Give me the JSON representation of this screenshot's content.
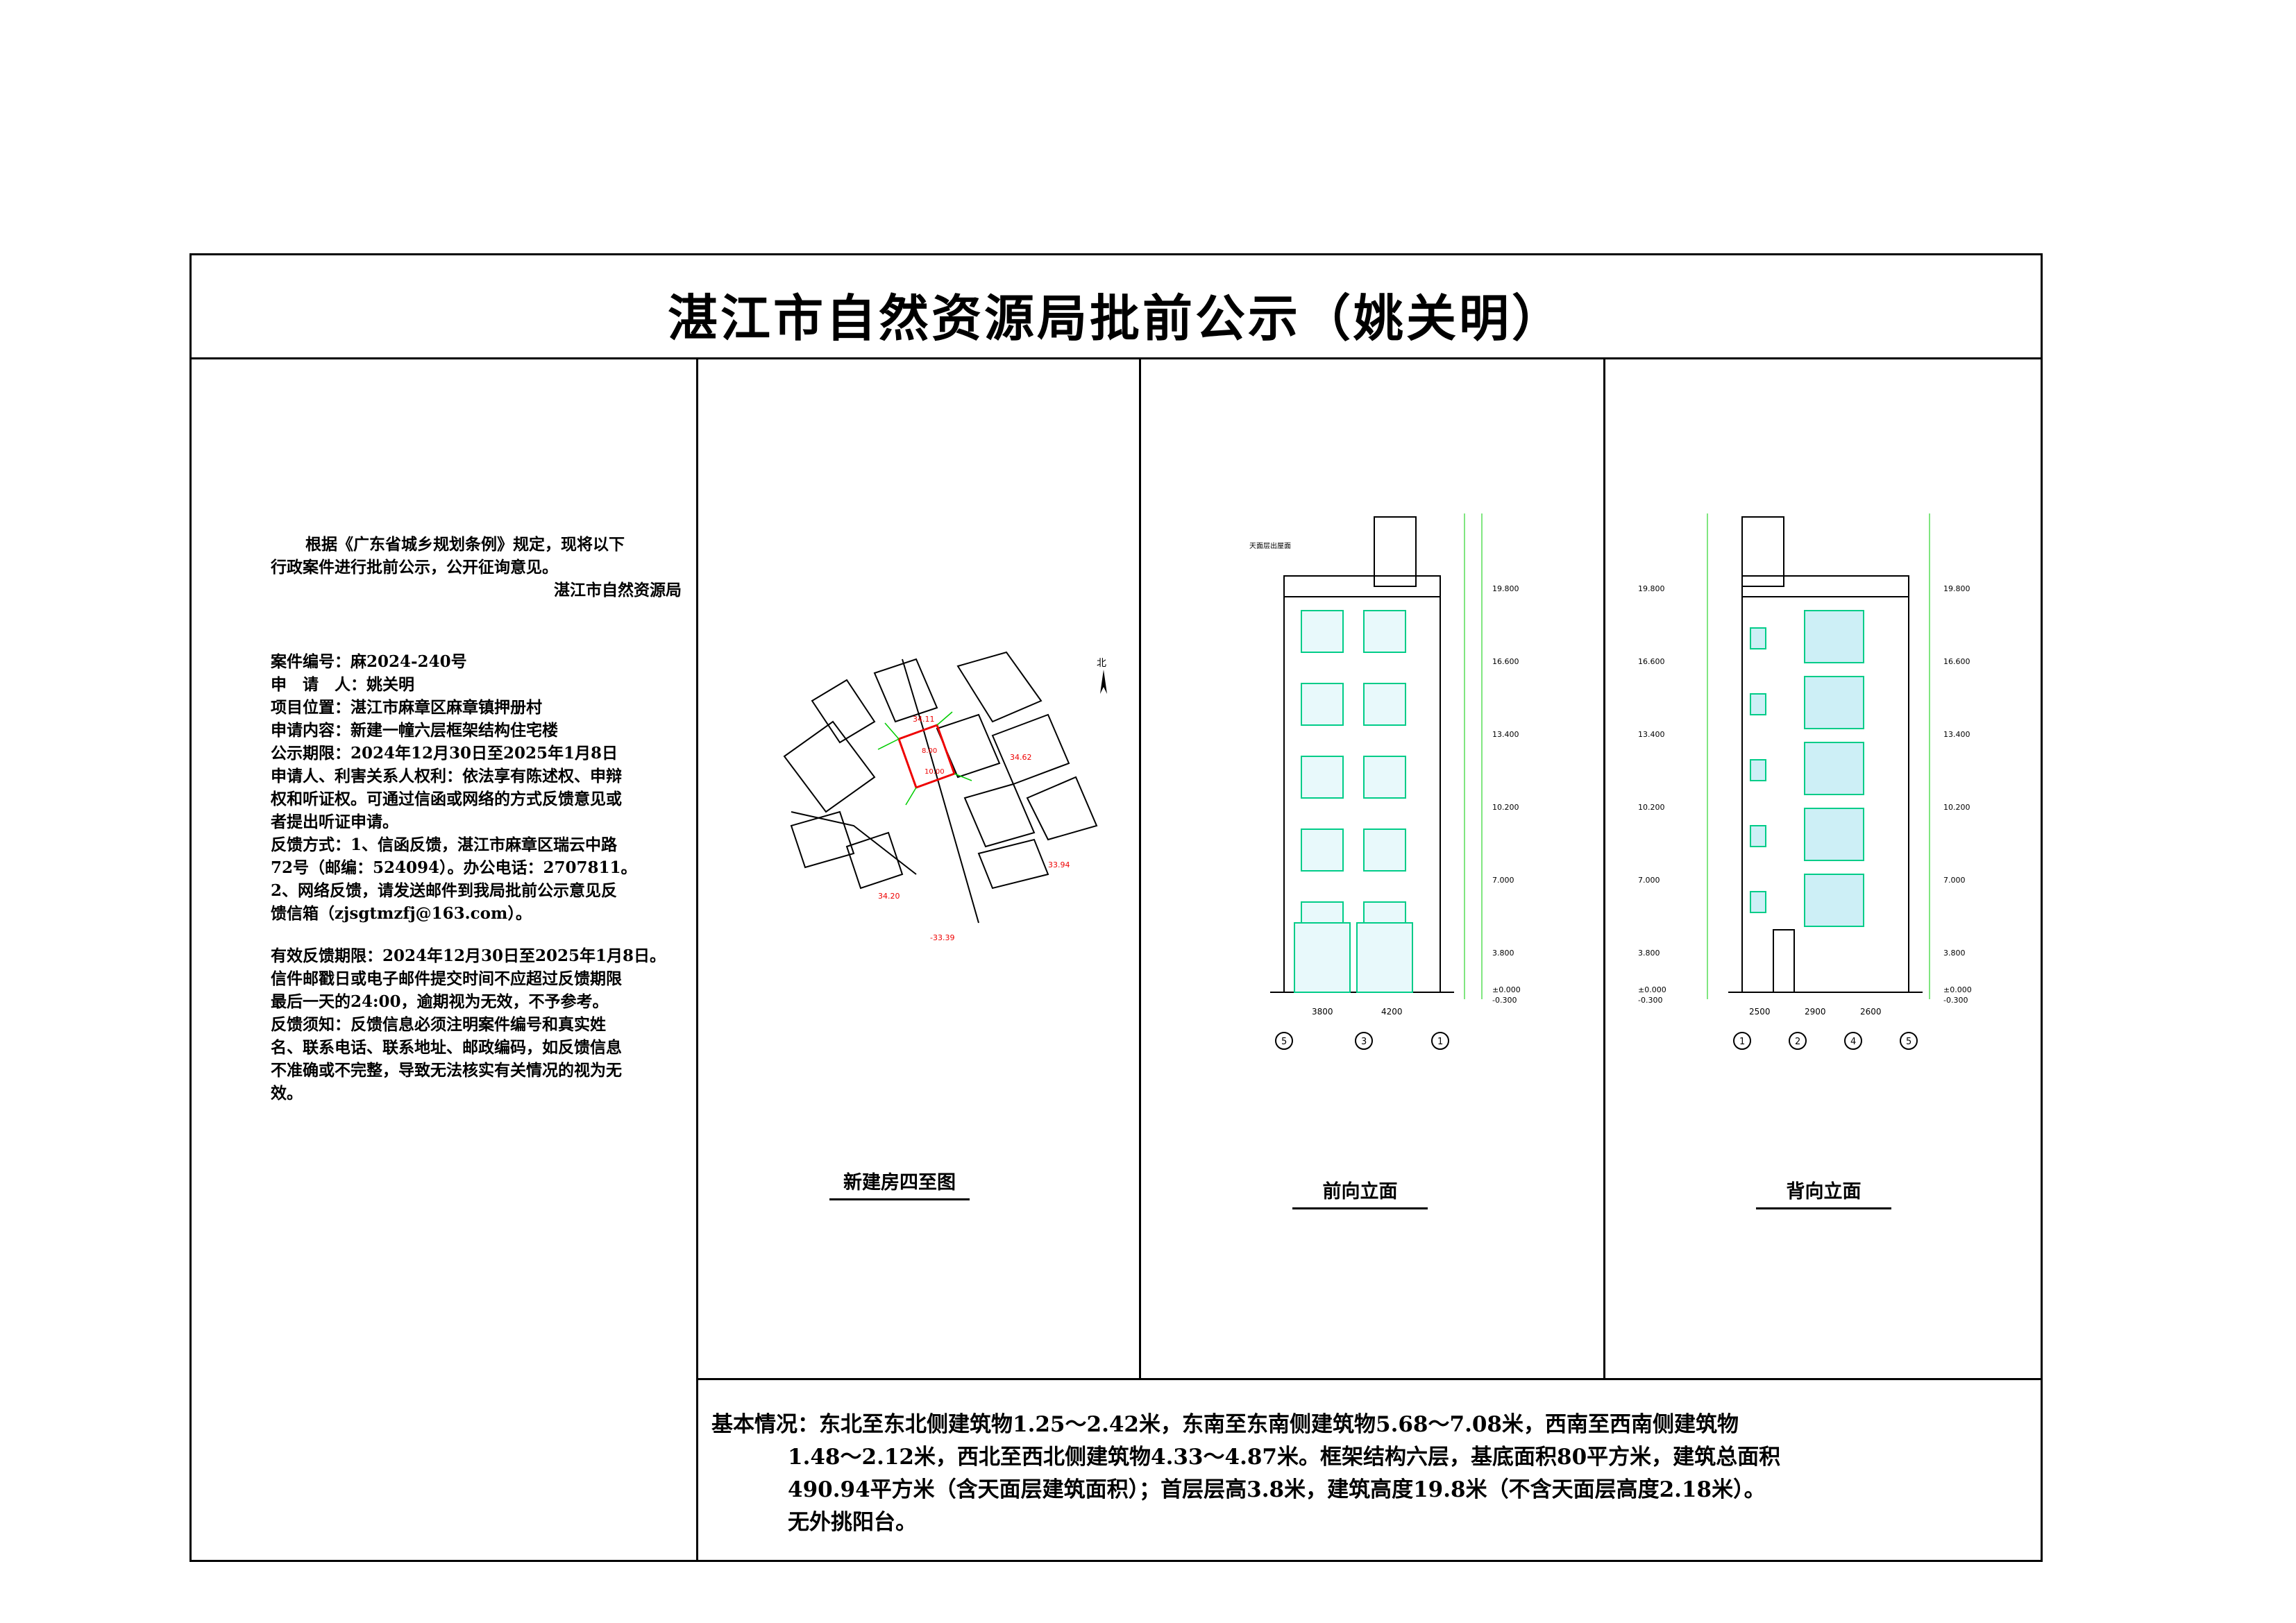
{
  "title": "湛江市自然资源局批前公示（姚关明）",
  "intro": {
    "line1": "根据《广东省城乡规划条例》规定，现将以下",
    "line2": "行政案件进行批前公示，公开征询意见。",
    "issuer": "湛江市自然资源局"
  },
  "case": {
    "number": "案件编号：麻2024-240号",
    "applicant": "申　请　人：姚关明",
    "location": "项目位置：湛江市麻章区麻章镇押册村",
    "content": "申请内容：新建一幢六层框架结构住宅楼",
    "period": "公示期限：2024年12月30日至2025年1月8日",
    "rights": [
      "申请人、利害关系人权利：依法享有陈述权、申辩",
      "权和听证权。可通过信函或网络的方式反馈意见或",
      "者提出听证申请。"
    ],
    "feedback": [
      "反馈方式：1、信函反馈，湛江市麻章区瑞云中路",
      "72号（邮编：524094）。办公电话：2707811。",
      "2、网络反馈，请发送邮件到我局批前公示意见反",
      "馈信箱（zjsgtmzfj@163.com）。"
    ],
    "valid": [
      "有效反馈期限：2024年12月30日至2025年1月8日。",
      "信件邮戳日或电子邮件提交时间不应超过反馈期限",
      "最后一天的24:00，逾期视为无效，不予参考。"
    ],
    "notice": [
      "反馈须知：反馈信息必须注明案件编号和真实姓",
      "名、联系电话、联系地址、邮政编码，如反馈信息",
      "不准确或不完整，导致无法核实有关情况的视为无",
      "效。"
    ]
  },
  "captions": {
    "site": "新建房四至图",
    "front": "前向立面",
    "back": "背向立面"
  },
  "site_plan": {
    "north_label": "北",
    "elev_a": "34.11",
    "elev_b": "34.62",
    "elev_c": "33.94",
    "elev_d": "-33.39",
    "elev_e": "34.20",
    "lot_w": "8.00",
    "lot_h": "10.00"
  },
  "front_elev": {
    "levels": [
      "19.800",
      "16.600",
      "13.400",
      "10.200",
      "7.000",
      "3.800",
      "±0.000",
      "-0.300"
    ],
    "axis": [
      "5",
      "3",
      "1"
    ],
    "dims": [
      "3800",
      "4200"
    ],
    "roof_note": "天面层出屋面"
  },
  "back_elev": {
    "levels": [
      "19.800",
      "16.600",
      "13.400",
      "10.200",
      "7.000",
      "3.800",
      "±0.000",
      "-0.300"
    ],
    "axis": [
      "1",
      "2",
      "4",
      "5"
    ],
    "dims": [
      "2500",
      "2900",
      "2600"
    ]
  },
  "basic": {
    "label": "基本情况：",
    "line1": "东北至东北侧建筑物1.25～2.42米，东南至东南侧建筑物5.68～7.08米，西南至西南侧建筑物",
    "line2": "1.48～2.12米，西北至西北侧建筑物4.33～4.87米。框架结构六层，基底面积80平方米，建筑总面积",
    "line3": "490.94平方米（含天面层建筑面积）；首层层高3.8米，建筑高度19.8米（不含天面层高度2.18米）。",
    "line4": "无外挑阳台。"
  }
}
